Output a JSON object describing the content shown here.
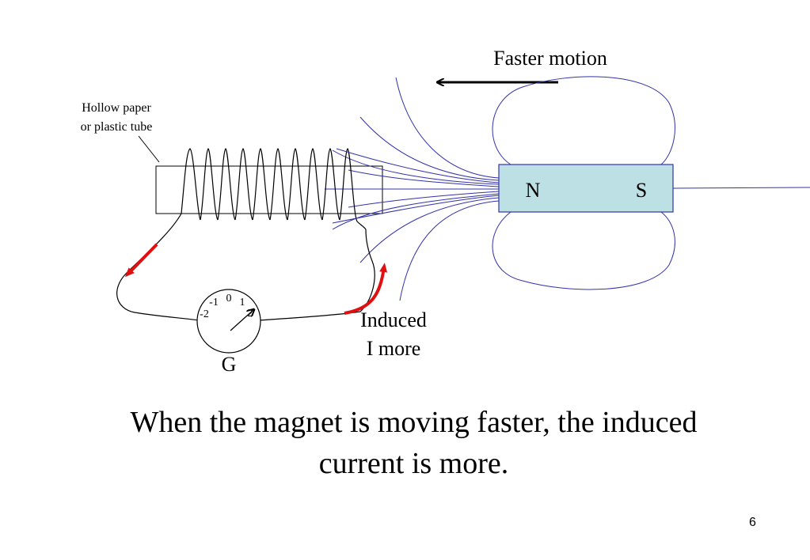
{
  "labels": {
    "motion": "Faster motion",
    "tube_line1": "Hollow paper",
    "tube_line2": "or plastic tube",
    "magnet_north": "N",
    "magnet_south": "S",
    "induced_line1": "Induced",
    "induced_line2": "I more",
    "galvanometer": "G"
  },
  "galvanometer_scale": [
    "-2",
    "-1",
    "0",
    "1",
    "2"
  ],
  "caption": {
    "line1": "When the magnet is moving faster, the induced",
    "line2": "current is more."
  },
  "page_number": "6",
  "colors": {
    "field_lines": "#3333aa",
    "magnet_fill": "#bde0e4",
    "current_arrow": "#e01010",
    "wire": "#000000"
  }
}
